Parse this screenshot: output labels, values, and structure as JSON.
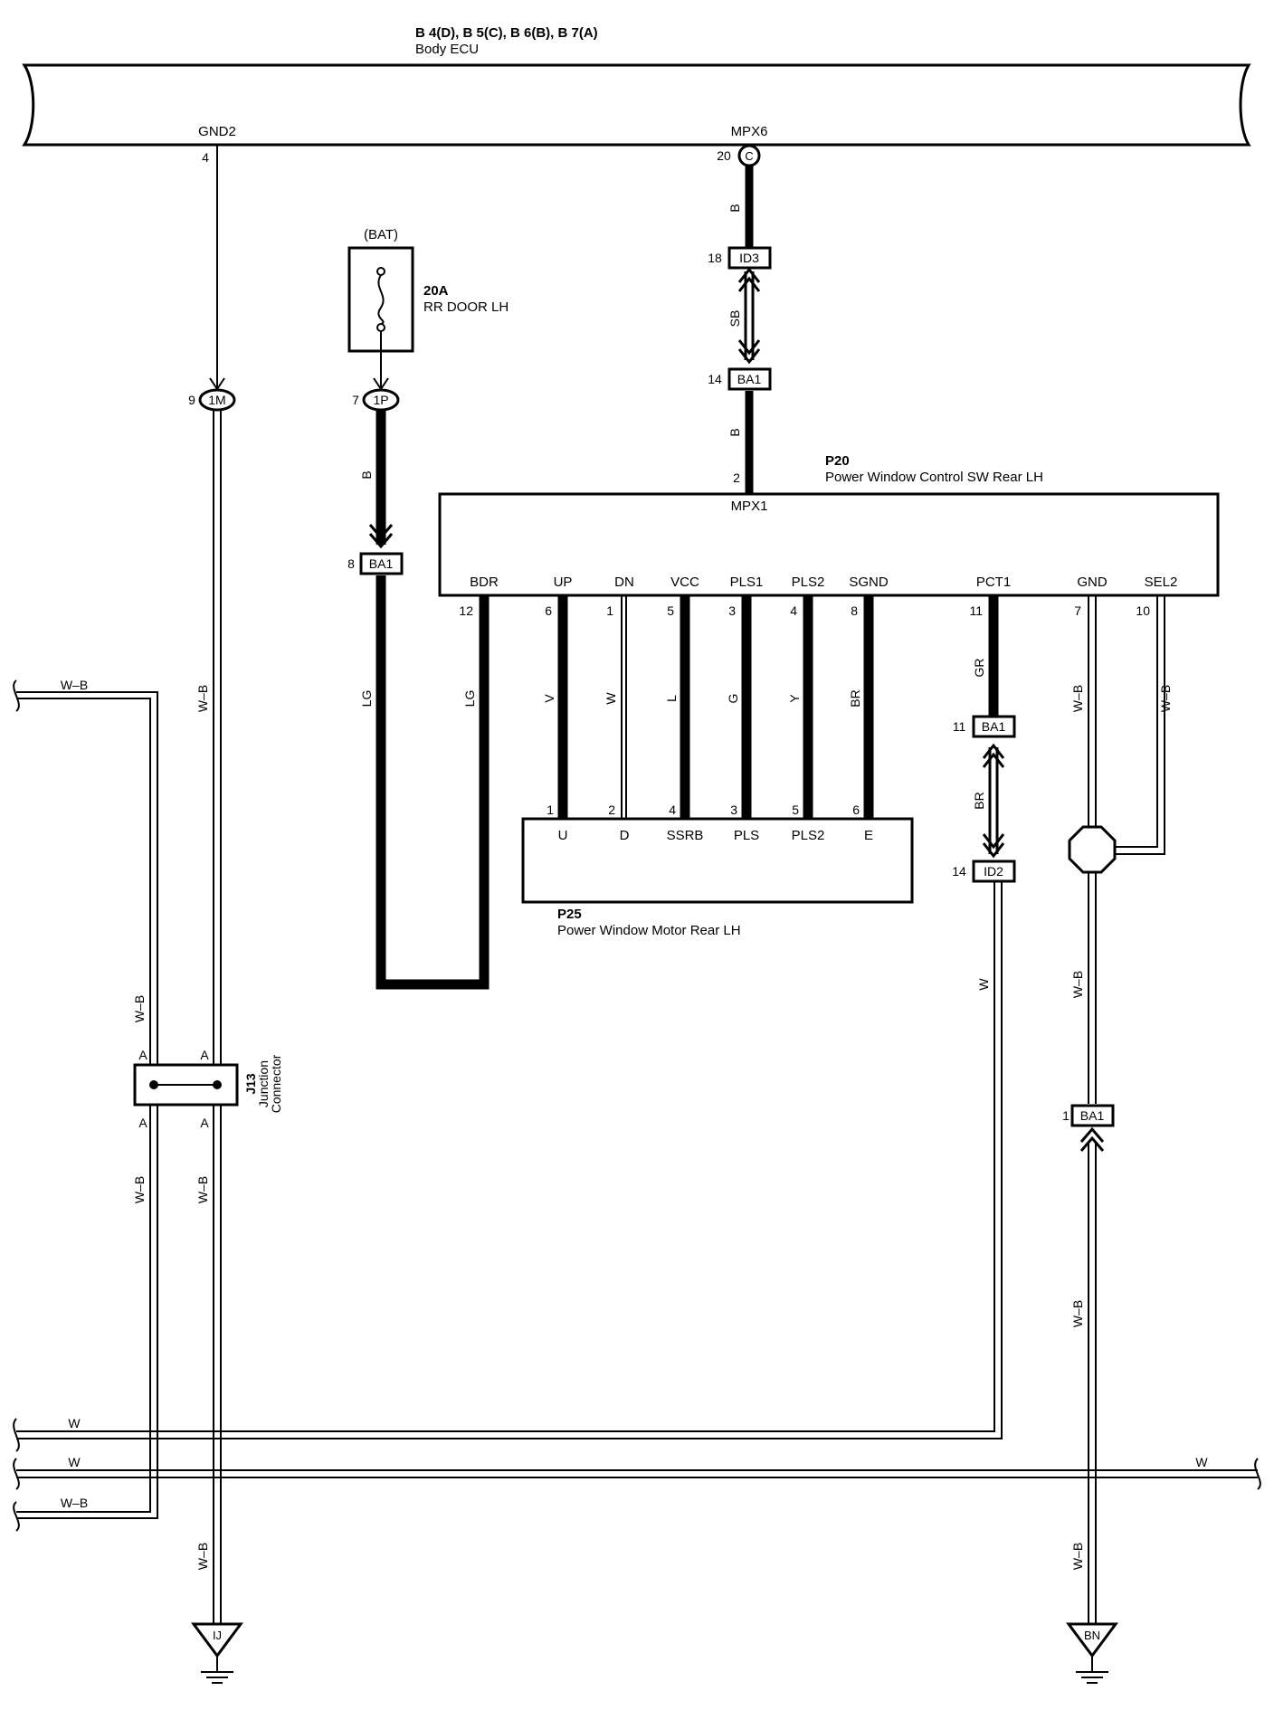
{
  "ecu": {
    "part_codes": "B 4(D), B 5(C), B 6(B), B 7(A)",
    "name": "Body ECU",
    "gnd2_terminal": "GND2",
    "gnd2_pin": "4",
    "mpx6_terminal": "MPX6",
    "mpx6_pin": "20",
    "mpx6_connector": "C"
  },
  "fuse": {
    "source": "(BAT)",
    "rating": "20A",
    "name": "RR DOOR LH"
  },
  "connectors": {
    "c_1m": {
      "code": "1M",
      "pin": "9"
    },
    "c_1p": {
      "code": "1P",
      "pin": "7"
    },
    "c_ba1_lg": {
      "code": "BA1",
      "pin": "8"
    },
    "c_id3": {
      "code": "ID3",
      "pin": "18"
    },
    "c_ba1_mpx": {
      "code": "BA1",
      "pin": "14"
    },
    "c_ba1_pct": {
      "code": "BA1",
      "pin": "11"
    },
    "c_id2": {
      "code": "ID2",
      "pin": "14"
    },
    "c_ba1_gnd": {
      "code": "BA1",
      "pin": "1"
    }
  },
  "switch": {
    "code": "P20",
    "name": "Power Window Control SW Rear LH",
    "mpx1_label": "MPX1",
    "mpx1_pin": "2",
    "terminals": [
      {
        "label": "BDR",
        "pin": "12"
      },
      {
        "label": "UP",
        "pin": "6"
      },
      {
        "label": "DN",
        "pin": "1"
      },
      {
        "label": "VCC",
        "pin": "5"
      },
      {
        "label": "PLS1",
        "pin": "3"
      },
      {
        "label": "PLS2",
        "pin": "4"
      },
      {
        "label": "SGND",
        "pin": "8"
      },
      {
        "label": "PCT1",
        "pin": "11"
      },
      {
        "label": "GND",
        "pin": "7"
      },
      {
        "label": "SEL2",
        "pin": "10"
      }
    ]
  },
  "motor": {
    "code": "P25",
    "name": "Power Window Motor Rear LH",
    "terminals": [
      {
        "label": "U",
        "pin": "1"
      },
      {
        "label": "D",
        "pin": "2"
      },
      {
        "label": "SSRB",
        "pin": "4"
      },
      {
        "label": "PLS",
        "pin": "3"
      },
      {
        "label": "PLS2",
        "pin": "5"
      },
      {
        "label": "E",
        "pin": "6"
      }
    ]
  },
  "junction": {
    "code": "J13",
    "line1": "Junction",
    "line2": "Connector",
    "pin_label": "A"
  },
  "wire_colors": {
    "b": "B",
    "sb": "SB",
    "lg": "LG",
    "v": "V",
    "w": "W",
    "l": "L",
    "g": "G",
    "y": "Y",
    "br": "BR",
    "gr": "GR",
    "wb": "W–B"
  },
  "grounds": {
    "left": "IJ",
    "right": "BN"
  }
}
